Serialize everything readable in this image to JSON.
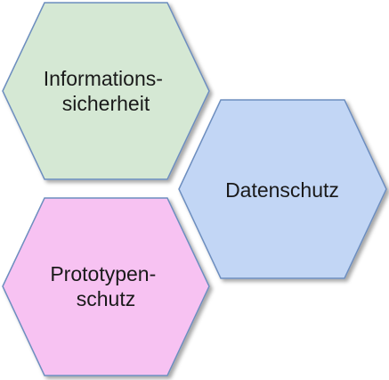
{
  "diagram": {
    "nodes": [
      {
        "id": "informationssicherheit",
        "lines": [
          "Informations-",
          "sicherheit"
        ],
        "fill": "#d5e8d4",
        "stroke": "#6d8ebf"
      },
      {
        "id": "datenschutz",
        "lines": [
          "Datenschutz"
        ],
        "fill": "#c2d6f5",
        "stroke": "#6d8ebf"
      },
      {
        "id": "prototypenschutz",
        "lines": [
          "Prototypen-",
          "schutz"
        ],
        "fill": "#f7c2f2",
        "stroke": "#6d8ebf"
      }
    ]
  }
}
